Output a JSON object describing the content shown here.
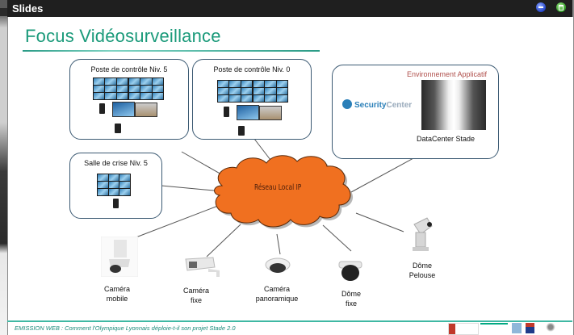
{
  "window": {
    "title": "Slides",
    "controls": [
      {
        "name": "minimize",
        "icon": "minimize-icon"
      },
      {
        "name": "maximize",
        "icon": "maximize-icon"
      }
    ]
  },
  "slide": {
    "title": "Focus Vidéosurveillance",
    "network": {
      "label": "Réseau Local IP",
      "color": "#f07020"
    },
    "sites": [
      {
        "id": "pc-niv5",
        "label": "Poste de contrôle Niv. 5"
      },
      {
        "id": "pc-niv0",
        "label": "Poste de contrôle Niv. 0"
      },
      {
        "id": "crise-niv5",
        "label": "Salle de crise Niv. 5"
      }
    ],
    "environment": {
      "title": "Environnement Applicatif",
      "software_logo": {
        "name_part1": "Security",
        "name_part2": "Center"
      },
      "datacenter_label": "DataCenter Stade"
    },
    "cameras": [
      {
        "line1": "Caméra",
        "line2": "mobile"
      },
      {
        "line1": "Caméra",
        "line2": "fixe"
      },
      {
        "line1": "Caméra",
        "line2": "panoramique"
      },
      {
        "line1": "Dôme",
        "line2": "fixe"
      },
      {
        "line1": "Dôme",
        "line2": "Pelouse"
      }
    ],
    "footer": {
      "text": "EMISSION WEB : Comment l'Olympique Lyonnais déploie-t-il son projet Stade 2.0",
      "partner_logos": [
        "Lemonde Informatique",
        "Hewlett Packard Enterprise",
        "Genetec",
        "OL",
        "Partner"
      ]
    }
  },
  "colors": {
    "title_accent": "#1a9a7a",
    "env_title": "#b0504c",
    "cloud": "#f07020"
  }
}
